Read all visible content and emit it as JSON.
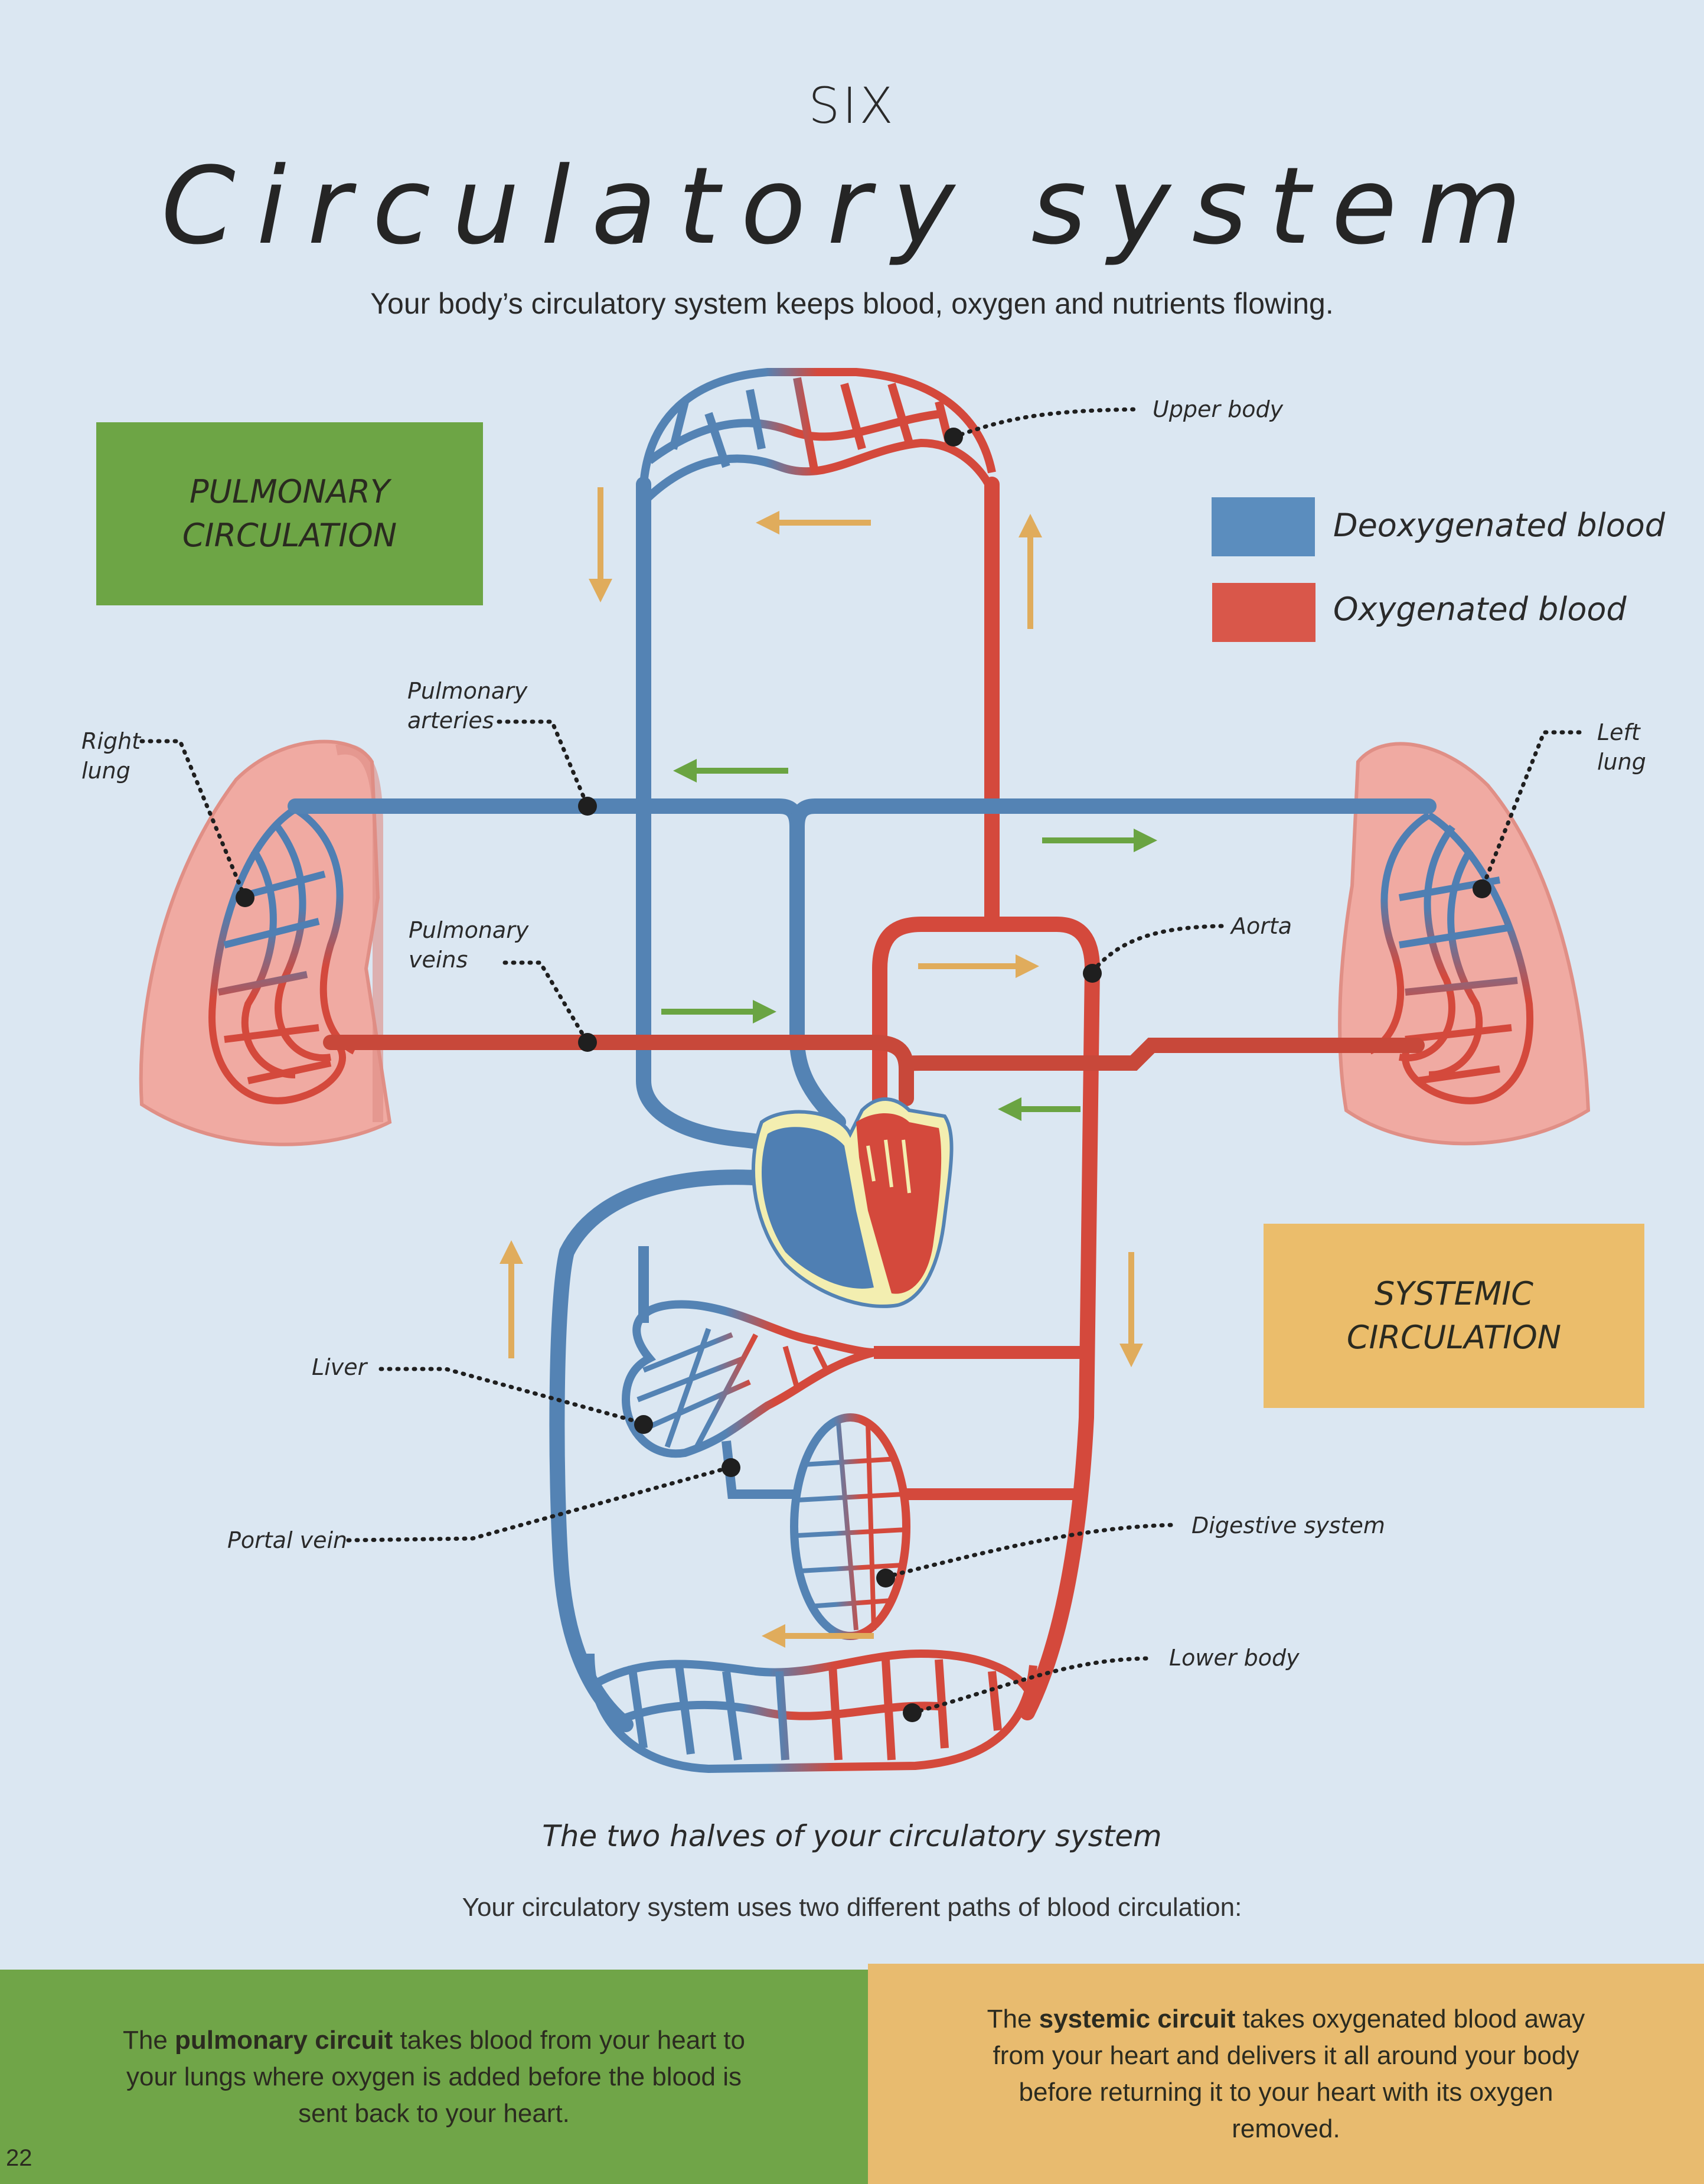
{
  "header": {
    "chapter": "SIX",
    "title": "Circulatory system",
    "subtitle": "Your body’s circulatory system keeps blood, oxygen and nutrients flowing."
  },
  "sections": {
    "pulmonary_box": [
      "PULMONARY",
      "CIRCULATION"
    ],
    "systemic_box": [
      "SYSTEMIC",
      "CIRCULATION"
    ]
  },
  "legend": {
    "items": [
      {
        "label": "Deoxygenated blood",
        "color": "#5b8dbe"
      },
      {
        "label": "Oxygenated blood",
        "color": "#d9574a"
      }
    ]
  },
  "colors": {
    "deoxygenated": "#5483b4",
    "oxygenated": "#d4493c",
    "lung": "#f0aaa2",
    "pulmonary_arrow": "#6aa442",
    "systemic_arrow": "#e0ac5c",
    "heart_outline": "#f3eeb0"
  },
  "labels": {
    "upper_body": "Upper body",
    "right_lung": [
      "Right",
      "lung"
    ],
    "left_lung": [
      "Left",
      "lung"
    ],
    "pulmonary_arteries": [
      "Pulmonary",
      "arteries"
    ],
    "pulmonary_veins": [
      "Pulmonary",
      "veins"
    ],
    "aorta": "Aorta",
    "liver": "Liver",
    "portal_vein": "Portal vein",
    "digestive_system": "Digestive system",
    "lower_body": "Lower body"
  },
  "caption": {
    "title": "The two halves of your circulatory system",
    "subtitle": "Your circulatory system uses two different paths of blood circulation:"
  },
  "bottom": {
    "pulmonary": {
      "prefix": "The ",
      "bold": "pulmonary circuit",
      "suffix": " takes blood from your heart to your lungs where oxygen is added before the blood is sent back to your heart."
    },
    "systemic": {
      "prefix": "The ",
      "bold": "systemic circuit",
      "suffix": " takes oxygenated blood away from your heart and delivers it all around your body before returning it to your heart with its oxygen removed."
    }
  },
  "page_number": "22"
}
